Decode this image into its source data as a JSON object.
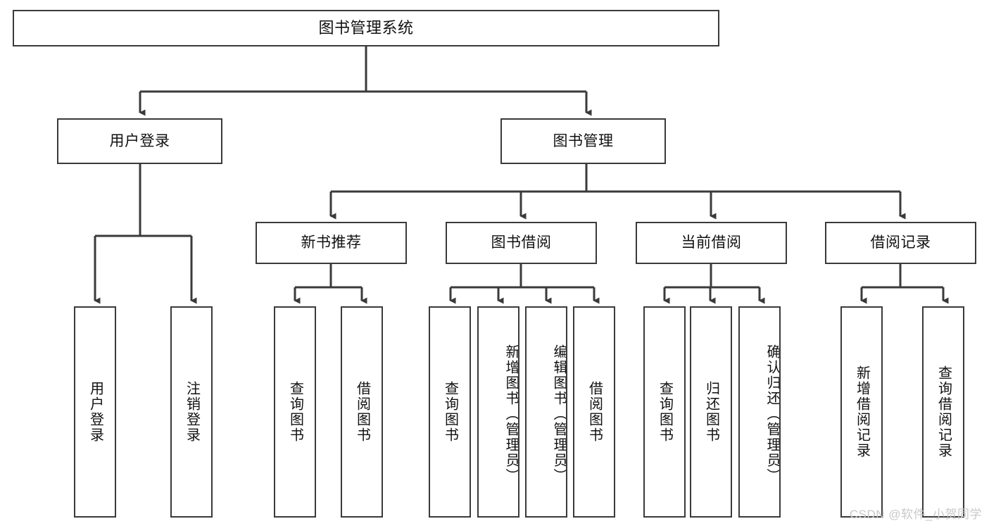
{
  "diagram": {
    "title": "图书管理系统",
    "type": "hierarchy-tree",
    "watermark": "CSDN @软件_小贺同学",
    "colors": {
      "box_border": "#3a3a3a",
      "box_fill": "#ffffff",
      "connector": "#3a3a3a",
      "text": "#111111",
      "watermark": "#c9c9c9"
    },
    "levels": {
      "root": "图书管理系统",
      "level2": [
        "用户登录",
        "图书管理"
      ],
      "level3": [
        "新书推荐",
        "图书借阅",
        "当前借阅",
        "借阅记录"
      ]
    },
    "nodes": {
      "root": "图书管理系统",
      "user_login": "用户登录",
      "book_manage": "图书管理",
      "new_book_rec": "新书推荐",
      "book_borrow": "图书借阅",
      "current_borrow": "当前借阅",
      "borrow_record": "借阅记录",
      "leaf_user_login": "用户登录",
      "leaf_logout": "注销登录",
      "leaf_rec_query": "查询图书",
      "leaf_rec_borrow": "借阅图书",
      "leaf_borrow_query": "查询图书",
      "leaf_borrow_add": "新增图书（管理员）",
      "leaf_borrow_edit": "编辑图书（管理员）",
      "leaf_borrow_lend": "借阅图书",
      "leaf_cur_query": "查询图书",
      "leaf_cur_return": "归还图书",
      "leaf_cur_confirm": "确认归还（管理员）",
      "leaf_rec_add": "新增借阅记录",
      "leaf_rec_search": "查询借阅记录"
    },
    "edges": [
      {
        "from": "图书管理系统",
        "to": "用户登录"
      },
      {
        "from": "图书管理系统",
        "to": "图书管理"
      },
      {
        "from": "用户登录",
        "to": "用户登录"
      },
      {
        "from": "用户登录",
        "to": "注销登录"
      },
      {
        "from": "图书管理",
        "to": "新书推荐"
      },
      {
        "from": "图书管理",
        "to": "图书借阅"
      },
      {
        "from": "图书管理",
        "to": "当前借阅"
      },
      {
        "from": "图书管理",
        "to": "借阅记录"
      },
      {
        "from": "新书推荐",
        "to": "查询图书"
      },
      {
        "from": "新书推荐",
        "to": "借阅图书"
      },
      {
        "from": "图书借阅",
        "to": "查询图书"
      },
      {
        "from": "图书借阅",
        "to": "新增图书（管理员）"
      },
      {
        "from": "图书借阅",
        "to": "编辑图书（管理员）"
      },
      {
        "from": "图书借阅",
        "to": "借阅图书"
      },
      {
        "from": "当前借阅",
        "to": "查询图书"
      },
      {
        "from": "当前借阅",
        "to": "归还图书"
      },
      {
        "from": "当前借阅",
        "to": "确认归还（管理员）"
      },
      {
        "from": "借阅记录",
        "to": "新增借阅记录"
      },
      {
        "from": "借阅记录",
        "to": "查询借阅记录"
      }
    ]
  }
}
